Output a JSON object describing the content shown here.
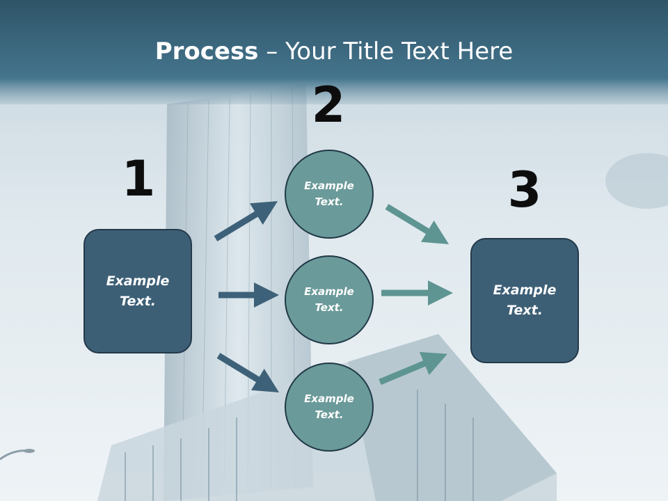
{
  "slide": {
    "title_strong": "Process",
    "title_rest": " – Your Title Text Here"
  },
  "steps": {
    "step1": {
      "number": "1",
      "text": "Example\nText."
    },
    "step2": {
      "number": "2",
      "items": [
        {
          "text": "Example\nText."
        },
        {
          "text": "Example\nText."
        },
        {
          "text": "Example\nText."
        }
      ]
    },
    "step3": {
      "number": "3",
      "text": "Example\nText."
    }
  },
  "colors": {
    "box_fill": "#3d5f76",
    "circle_fill": "#6a9a99",
    "arrow_dark": "#3d6179",
    "arrow_light": "#5e9592",
    "title_band": "#3e6a82"
  }
}
